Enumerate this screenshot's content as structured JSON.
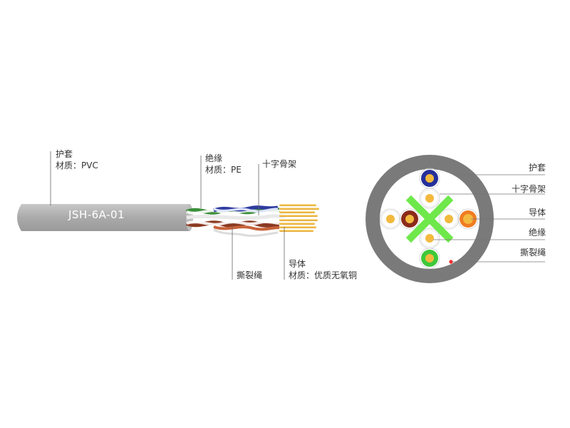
{
  "product": {
    "model": "JSH-6A-01"
  },
  "side_view": {
    "jacket": {
      "name": "护套",
      "material": "材质：PVC"
    },
    "insulation": {
      "name": "绝缘",
      "material": "材质：PE"
    },
    "cross_filler": {
      "name": "十字骨架"
    },
    "rip_cord": {
      "name": "撕裂绳"
    },
    "conductor": {
      "name": "导体",
      "material": "材质：优质无氧铜"
    }
  },
  "cross_section": {
    "labels": [
      "护套",
      "十字骨架",
      "导体",
      "绝缘",
      "撕裂绳"
    ]
  },
  "colors": {
    "jacket": "#a9a9a9",
    "cross_filler": "#66ee44",
    "conductor": "#f2b63a",
    "pair_blue": "#2233aa",
    "pair_brown": "#8b2a1a",
    "pair_orange": "#f07c22",
    "pair_green": "#3ec83a",
    "rip_cord_dot": "#ff2222"
  }
}
